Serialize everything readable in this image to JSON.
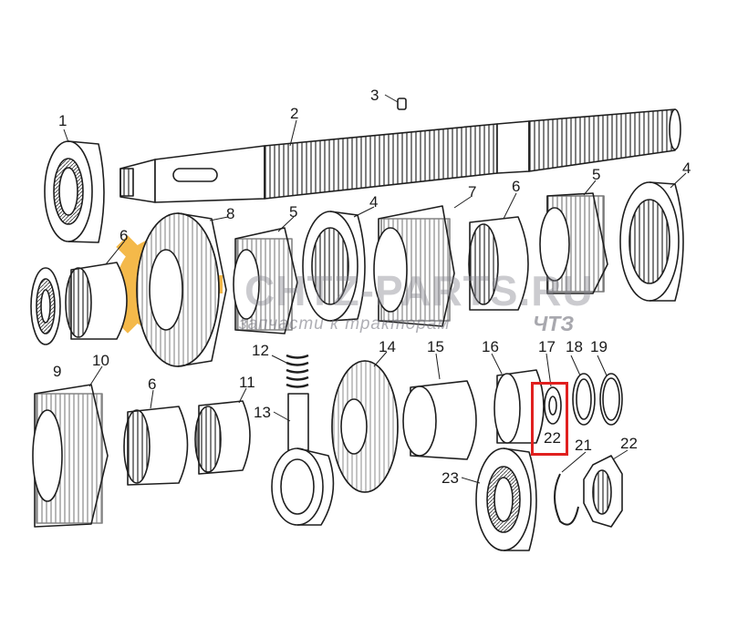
{
  "watermark": {
    "site": "CHTZ-PARTS.RU",
    "tagline": "запчасти к тракторам",
    "brand": "ЧТЗ",
    "color": "#f2a81d"
  },
  "highlight": {
    "color": "#e0201f",
    "label": "22"
  },
  "callouts": [
    "1",
    "2",
    "3",
    "4",
    "4",
    "5",
    "5",
    "6",
    "6",
    "6",
    "7",
    "8",
    "9",
    "10",
    "11",
    "12",
    "13",
    "14",
    "15",
    "16",
    "17",
    "18",
    "19",
    "21",
    "22",
    "23"
  ]
}
